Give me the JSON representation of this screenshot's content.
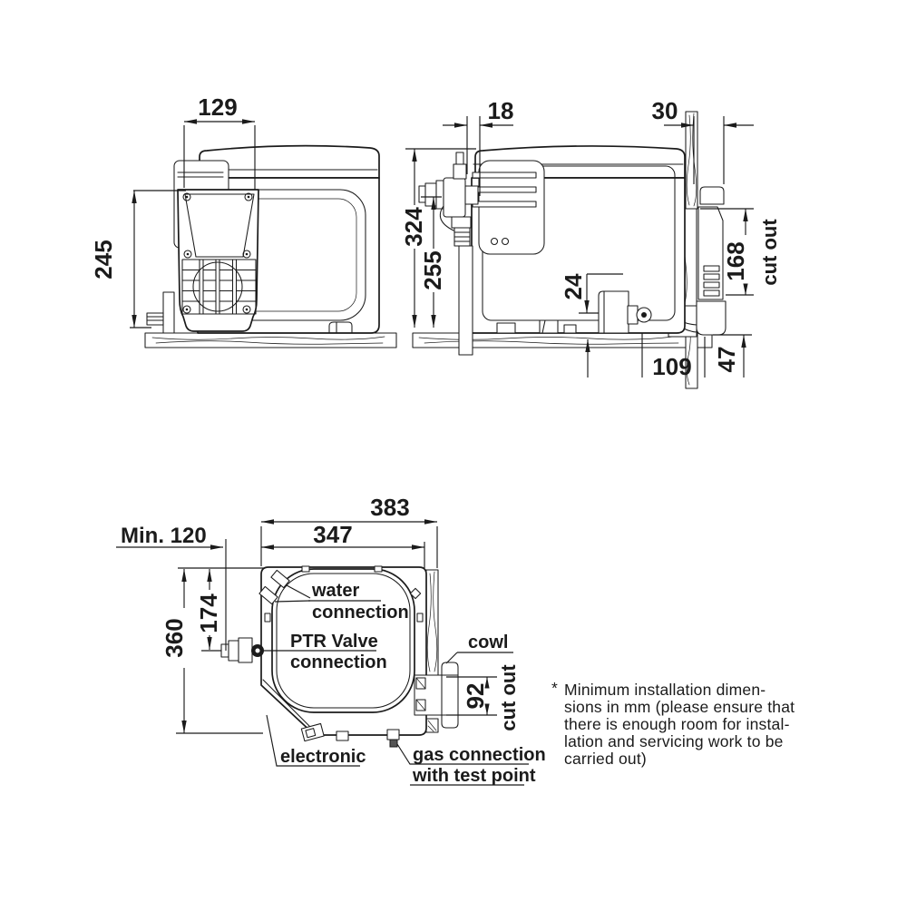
{
  "colors": {
    "ink": "#1b1b1b",
    "background": "#ffffff"
  },
  "views": {
    "front": {
      "dim_width": "129",
      "dim_height": "245"
    },
    "side": {
      "dim_offset": "18",
      "dim_clearance": "30",
      "dim_height_total": "324",
      "dim_height_valve": "255",
      "dim_base": "24",
      "dim_cutout": "168",
      "cutout_label": "cut out",
      "dim_drain": "109",
      "dim_floor": "47"
    },
    "top": {
      "dim_width_total": "383",
      "dim_width_body": "347",
      "dim_clearance_min": "Min. 120",
      "dim_depth_valve": "174",
      "dim_depth_total": "360",
      "dim_cutout": "92",
      "cutout_label": "cut out",
      "label_water_line1": "water",
      "label_water_line2": "connection",
      "label_ptr_line1": "PTR Valve",
      "label_ptr_line2": "connection",
      "label_cowl": "cowl",
      "label_electronic": "electronic",
      "label_gas_line1": "gas connection",
      "label_gas_line2": "with test point"
    }
  },
  "note": {
    "marker": "*",
    "line1": "Minimum installation dimen-",
    "line2": "sions in mm (please ensure that",
    "line3": "there is enough room for instal-",
    "line4": "lation and servicing work to be",
    "line5": "carried out)"
  }
}
